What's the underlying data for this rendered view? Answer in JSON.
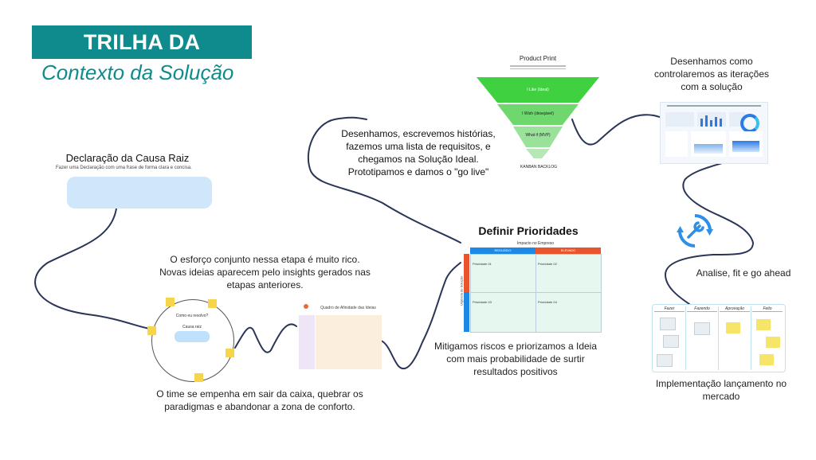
{
  "header": {
    "title": "TRILHA DA INOVAÇÃO",
    "subtitle": "Contexto da Solução"
  },
  "root_cause": {
    "title": "Declaração da Causa Raiz",
    "instruction": "Fazer uma Declaração com uma frase de forma clara e concisa."
  },
  "ideation": {
    "caption_top": "O esforço conjunto nessa etapa é muito rico. Novas ideias aparecem pelo insights gerados nas etapas anteriores.",
    "caption_bottom": "O time se empenha em sair da caixa, quebrar os paradigmas e abandonar a zona de conforto.",
    "circle_question": "Como eu resolvo?",
    "circle_center": "Causa raiz",
    "affinity_title": "Quadro de Afinidade das Ideias"
  },
  "priorities": {
    "title": "Definir Prioridades",
    "matrix_title": "Impacto no Empreso",
    "col_low": "REDUZIDO",
    "col_high": "ELEVADO",
    "row_axis": "Urgência do Solução",
    "cell_labels": [
      "Prioridade 01",
      "Prioridade 02",
      "Prioridade 03",
      "Prioridade 04"
    ],
    "caption": "Mitigamos riscos e priorizamos a Ideia com mais probabilidade de surtir resultados positivos"
  },
  "product_print": {
    "title": "Product Print",
    "levels": [
      "I Like (Ideal)",
      "I Wish (desejável)",
      "What if (MVP)"
    ],
    "footer": "KANBAN BACKLOG",
    "caption": "Desenhamos, escrevemos histórias, fazemos uma lista de requisitos, e chegamos na Solução Ideal. Prototipamos e damos o \"go live\""
  },
  "dashboard": {
    "caption": "Desenhamos como controlaremos as iterações com a solução"
  },
  "analysis": {
    "caption": "Analise, fit e go ahead",
    "icon": "refresh-wrench-icon"
  },
  "kanban": {
    "columns": [
      "Fazer",
      "Fazendo",
      "Aprovação",
      "Feito"
    ],
    "caption": "Implementação lançamento no mercado"
  },
  "colors": {
    "teal": "#0f8b8d",
    "funnel_green": "#3fd13f",
    "matrix_blue": "#1e88e5",
    "matrix_red": "#e8552d",
    "sticky_yellow": "#f7d54a",
    "path": "#2a3557"
  }
}
